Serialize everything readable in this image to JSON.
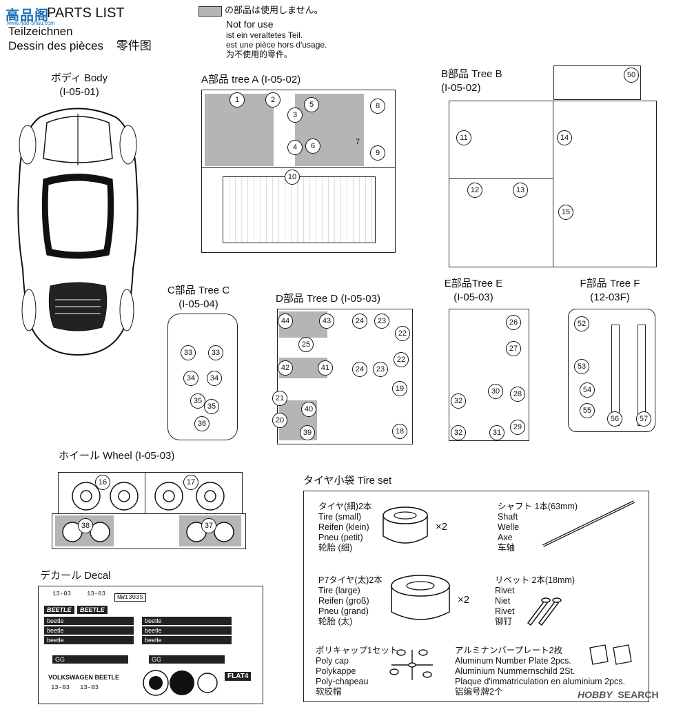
{
  "watermarks": {
    "top_left": "高品阁",
    "top_left_url": "www.nao-shau.com",
    "bottom_right_brand": "HOBBY",
    "bottom_right_search": "SEARCH"
  },
  "header": {
    "title_suffix": "PARTS LIST",
    "line2": "Teilzeichnen",
    "line3_fr": "Dessin des pièces",
    "line3_cn": "零件图"
  },
  "legend": {
    "jp": "の部品は使用しません。",
    "en": "Not for use",
    "de": "ist ein veraltetes Teil.",
    "fr": "est une pièce hors d'usage.",
    "cn": "为不使用的零件。"
  },
  "sections": {
    "body": {
      "label": "ボディ Body",
      "code": "(I-05-01)"
    },
    "tree_a": {
      "label": "A部品 tree A (I-05-02)"
    },
    "tree_b": {
      "label": "B部品 Tree B",
      "code": "(I-05-02)"
    },
    "tree_c": {
      "label": "C部品 Tree C",
      "code": "(I-05-04)"
    },
    "tree_d": {
      "label": "D部品 Tree D (I-05-03)"
    },
    "tree_e": {
      "label": "E部品Tree E",
      "code": "(I-05-03)"
    },
    "tree_f": {
      "label": "F部品 Tree F",
      "code": "(12-03F)"
    },
    "wheel": {
      "label": "ホイール Wheel (I-05-03)"
    },
    "decal": {
      "label": "デカール Decal"
    },
    "tire_set": {
      "label": "タイヤ小袋 Tire set"
    }
  },
  "parts": {
    "a": [
      "1",
      "2",
      "3",
      "4",
      "5",
      "6",
      "7",
      "8",
      "9",
      "10"
    ],
    "b": [
      "11",
      "12",
      "13",
      "14",
      "15",
      "50"
    ],
    "c": [
      "33",
      "33",
      "34",
      "34",
      "35",
      "35",
      "36"
    ],
    "d": [
      "44",
      "43",
      "24",
      "23",
      "22",
      "25",
      "42",
      "41",
      "24",
      "23",
      "22",
      "19",
      "21",
      "40",
      "20",
      "39",
      "18"
    ],
    "e": [
      "26",
      "27",
      "30",
      "28",
      "32",
      "31",
      "29",
      "32"
    ],
    "f": [
      "52",
      "53",
      "54",
      "55",
      "56",
      "57"
    ],
    "wheel": [
      "16",
      "17",
      "38",
      "37"
    ]
  },
  "tire_set": {
    "tire_small": {
      "jp": "タイヤ(細)2本",
      "en": "Tire (small)",
      "de": "Reifen (klein)",
      "fr": "Pneu (petit)",
      "cn": "轮胎 (细)",
      "qty": "×2"
    },
    "shaft": {
      "jp": "シャフト 1本(63mm)",
      "en": "Shaft",
      "de": "Welle",
      "fr": "Axe",
      "cn": "车轴"
    },
    "tire_large": {
      "jp": "P7タイヤ(太)2本",
      "en": "Tire (large)",
      "de": "Reifen (groß)",
      "fr": "Pneu (grand)",
      "cn": "轮胎 (太)",
      "qty": "×2"
    },
    "rivet": {
      "jp": "リベット 2本(18mm)",
      "en": "Rivet",
      "de": "Niet",
      "fr": "Rivet",
      "cn": "铆钉"
    },
    "polycap": {
      "jp": "ポリキャップ1セット",
      "en": "Poly cap",
      "de": "Polykappe",
      "fr": "Poly-chapeau",
      "cn": "软胶帽"
    },
    "plate": {
      "jp": "アルミナンバープレート2枚",
      "en": "Aluminum Number Plate 2pcs.",
      "de": "Aluminium Nummernschild 2St.",
      "fr": "Plaque d'immatriculation en aluminium 2pcs.",
      "cn": "铝编号牌2个"
    }
  },
  "decal": {
    "plates": [
      "13-03",
      "13-03",
      "NW1303S",
      "13-03",
      "13-03"
    ],
    "beetle": [
      "BEETLE",
      "BEETLE"
    ],
    "strips": [
      "beetle",
      "beetle",
      "beetle",
      "beetle",
      "beetle",
      "beetle"
    ],
    "bottom_text": "VOLKSWAGEN BEETLE",
    "flat4": "FLAT4",
    "gg": [
      "GG",
      "GG"
    ]
  }
}
